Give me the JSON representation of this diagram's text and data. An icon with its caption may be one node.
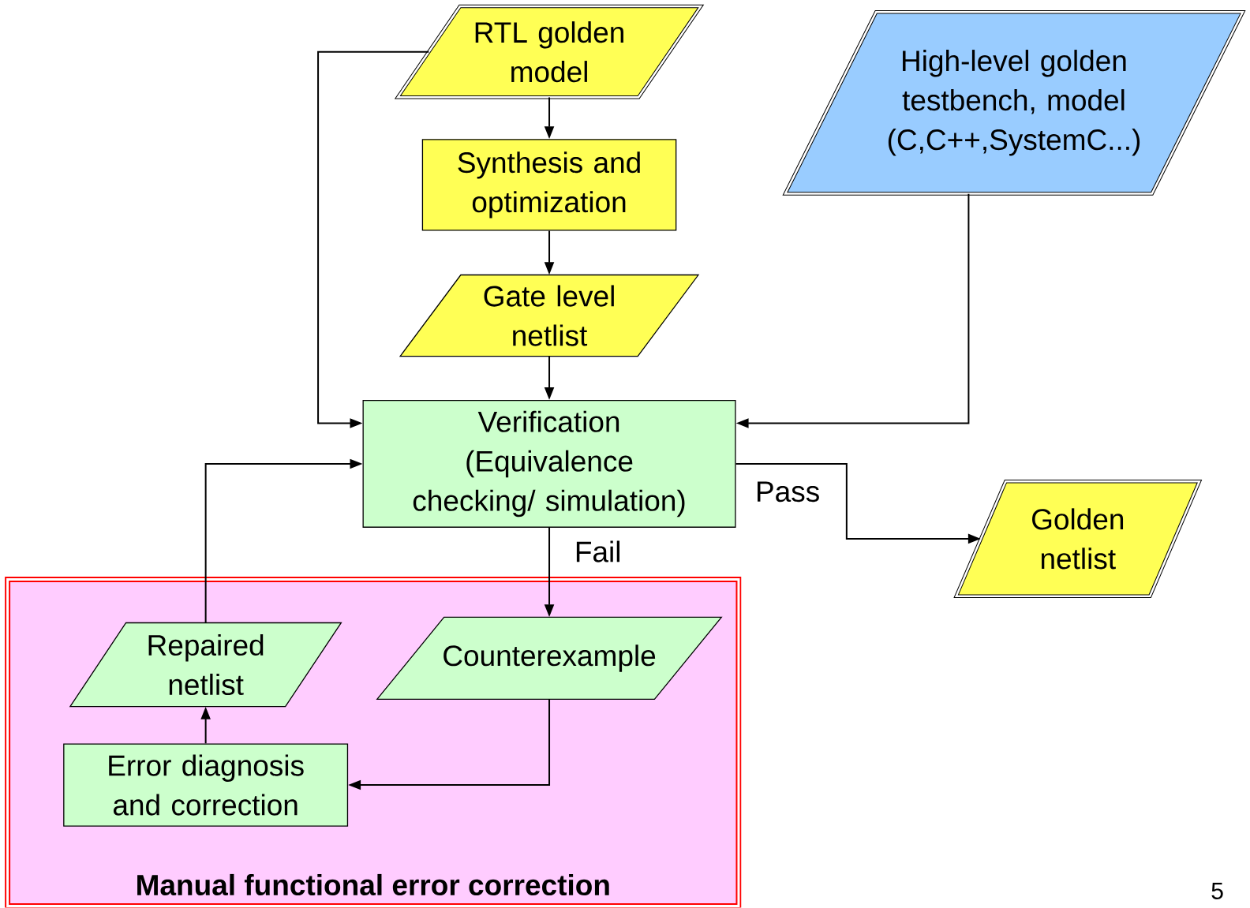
{
  "diagram": {
    "nodes": [
      {
        "text": [
          "RTL golden model"
        ]
      },
      {
        "text": [
          "Synthesis and optimization"
        ]
      },
      {
        "text": [
          "Gate level netlist"
        ]
      },
      {
        "text": [
          "High-level golden testbench, model (C,C++,SystemC...)"
        ]
      },
      {
        "text": [
          "Verification",
          "(Equivalence checking/ simulation)"
        ]
      },
      {
        "text": [
          "Manual functional error correction"
        ]
      },
      {
        "text": [
          "Repaired netlist"
        ],
        "in": 5
      },
      {
        "text": [
          "Counterexample"
        ],
        "in": 5
      },
      {
        "text": [
          "Error diagnosis and correction"
        ],
        "in": 5
      },
      {
        "text": [
          "Golden netlist"
        ]
      }
    ],
    "edges": [
      {
        "from": 0,
        "to": 1,
        "arrow": "to"
      },
      {
        "from": 1,
        "to": 2,
        "arrow": "to"
      },
      {
        "from": 2,
        "to": 4,
        "arrow": "to"
      },
      {
        "from": 0,
        "to": 4,
        "arrow": "to"
      },
      {
        "from": 3,
        "to": 4,
        "arrow": "to"
      },
      {
        "from": 4,
        "to": 9,
        "arrow": "to",
        "label": "Pass"
      },
      {
        "from": 4,
        "to": 7,
        "arrow": "to",
        "label": "Fail"
      },
      {
        "from": 7,
        "to": 8,
        "arrow": "to"
      },
      {
        "from": 8,
        "to": 6,
        "arrow": "to"
      },
      {
        "from": 6,
        "to": 4,
        "arrow": "to"
      }
    ],
    "labels": [
      "5"
    ]
  }
}
